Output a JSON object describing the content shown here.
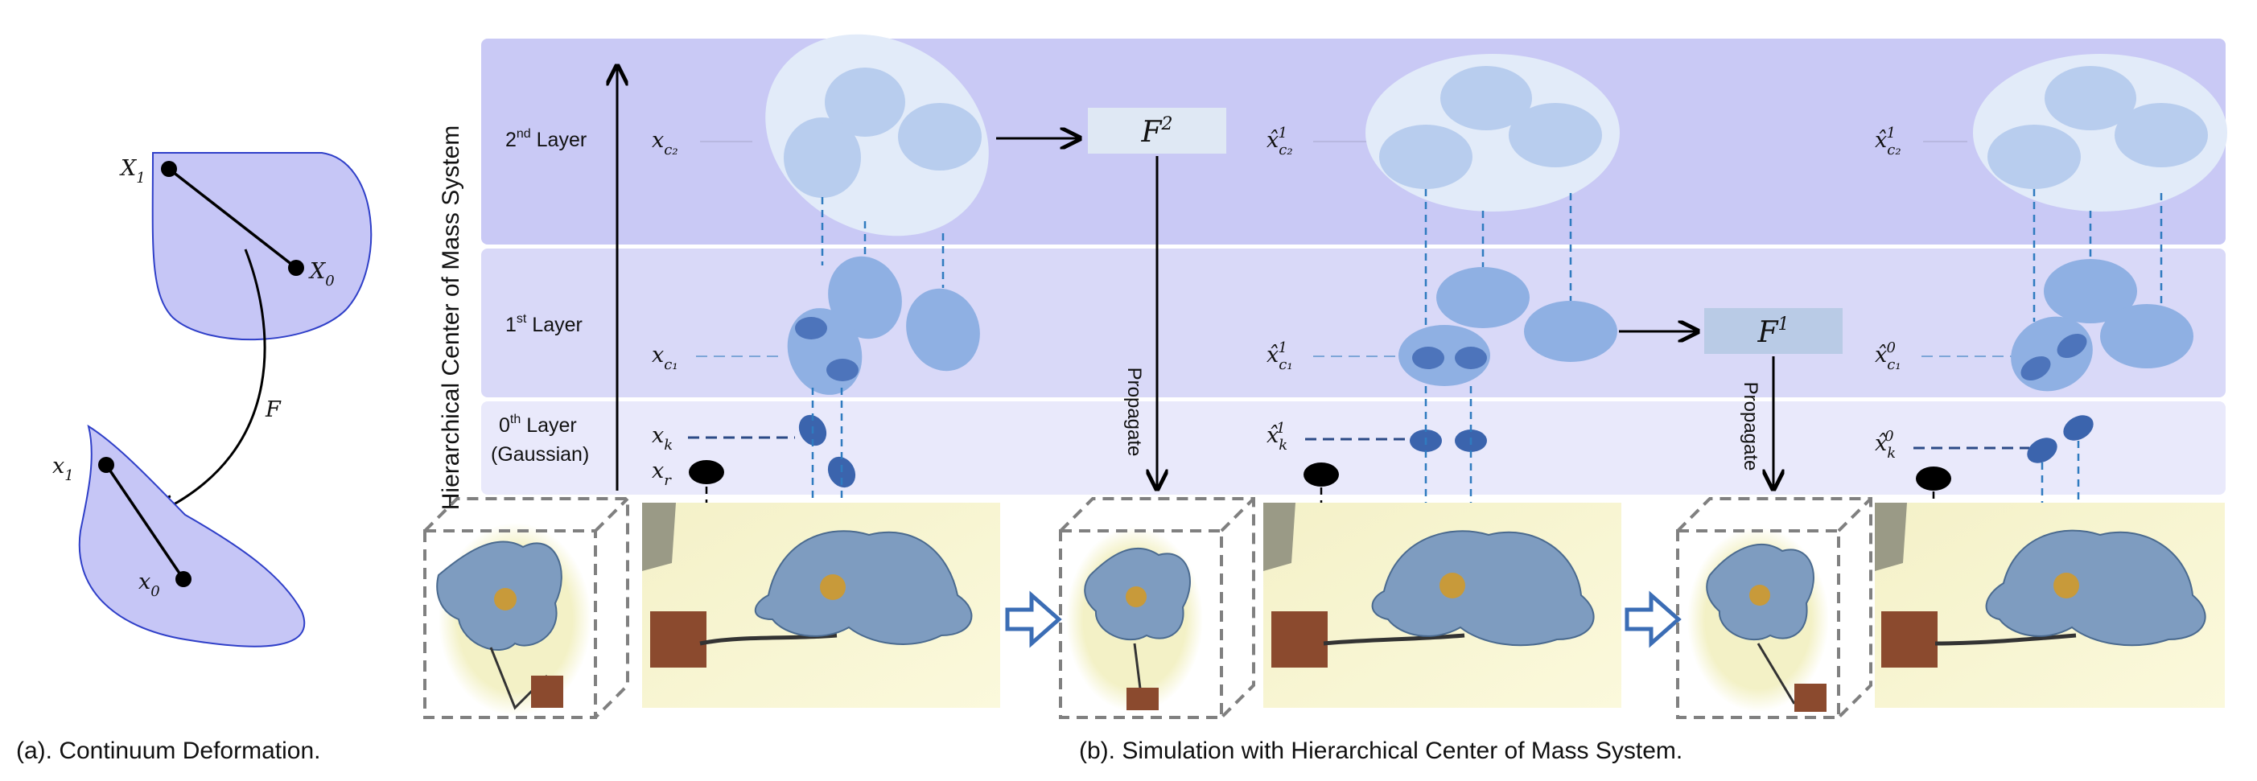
{
  "panel_a": {
    "caption": "(a). Continuum Deformation.",
    "X1": "X",
    "X1_sub": "1",
    "X0": "X",
    "X0_sub": "0",
    "x1": "x",
    "x1_sub": "1",
    "x0": "x",
    "x0_sub": "0",
    "F": "F"
  },
  "panel_b": {
    "caption": "(b). Simulation with Hierarchical Center of Mass System.",
    "system_title": "Hierarchical Center of Mass System",
    "layer2": {
      "num": "2",
      "sup": "nd",
      "word": " Layer"
    },
    "layer1": {
      "num": "1",
      "sup": "st",
      "word": " Layer"
    },
    "layer0": {
      "num": "0",
      "sup": "th",
      "word": " Layer",
      "sub": "(Gaussian)"
    },
    "stage1": {
      "c2": "x",
      "c2_sub": "c₂",
      "c1": "x",
      "c1_sub": "c₁",
      "k": "x",
      "k_sub": "k",
      "r": "x",
      "r_sub": "r"
    },
    "stage2": {
      "c2": "x̂",
      "c2_sub": "c₂",
      "c2_sup": "1",
      "c1": "x̂",
      "c1_sub": "c₁",
      "c1_sup": "1",
      "k": "x̂",
      "k_sub": "k",
      "k_sup": "1"
    },
    "stage3": {
      "c2": "x̂",
      "c2_sub": "c₂",
      "c2_sup": "1",
      "c1": "x̂",
      "c1_sub": "c₁",
      "c1_sup": "0",
      "k": "x̂",
      "k_sub": "k",
      "k_sup": "0"
    },
    "F2": {
      "base": "F",
      "sup": "2"
    },
    "F1": {
      "base": "F",
      "sup": "1"
    },
    "propagate": "Propagate"
  },
  "colors": {
    "layer2_band": "#c9c9f5",
    "layer1_band": "#d9d9f8",
    "layer0_band": "#e9e9fb",
    "ellipse_light": "#b8cdee",
    "ellipse_mid": "#8fb0e3",
    "gaussian": "#3b64ad",
    "dashed_blue": "#2f7bbf",
    "arrow_outline": "#3b6db5",
    "func_box": "#dfe8f4",
    "func_box2": "#b9cbe6"
  }
}
